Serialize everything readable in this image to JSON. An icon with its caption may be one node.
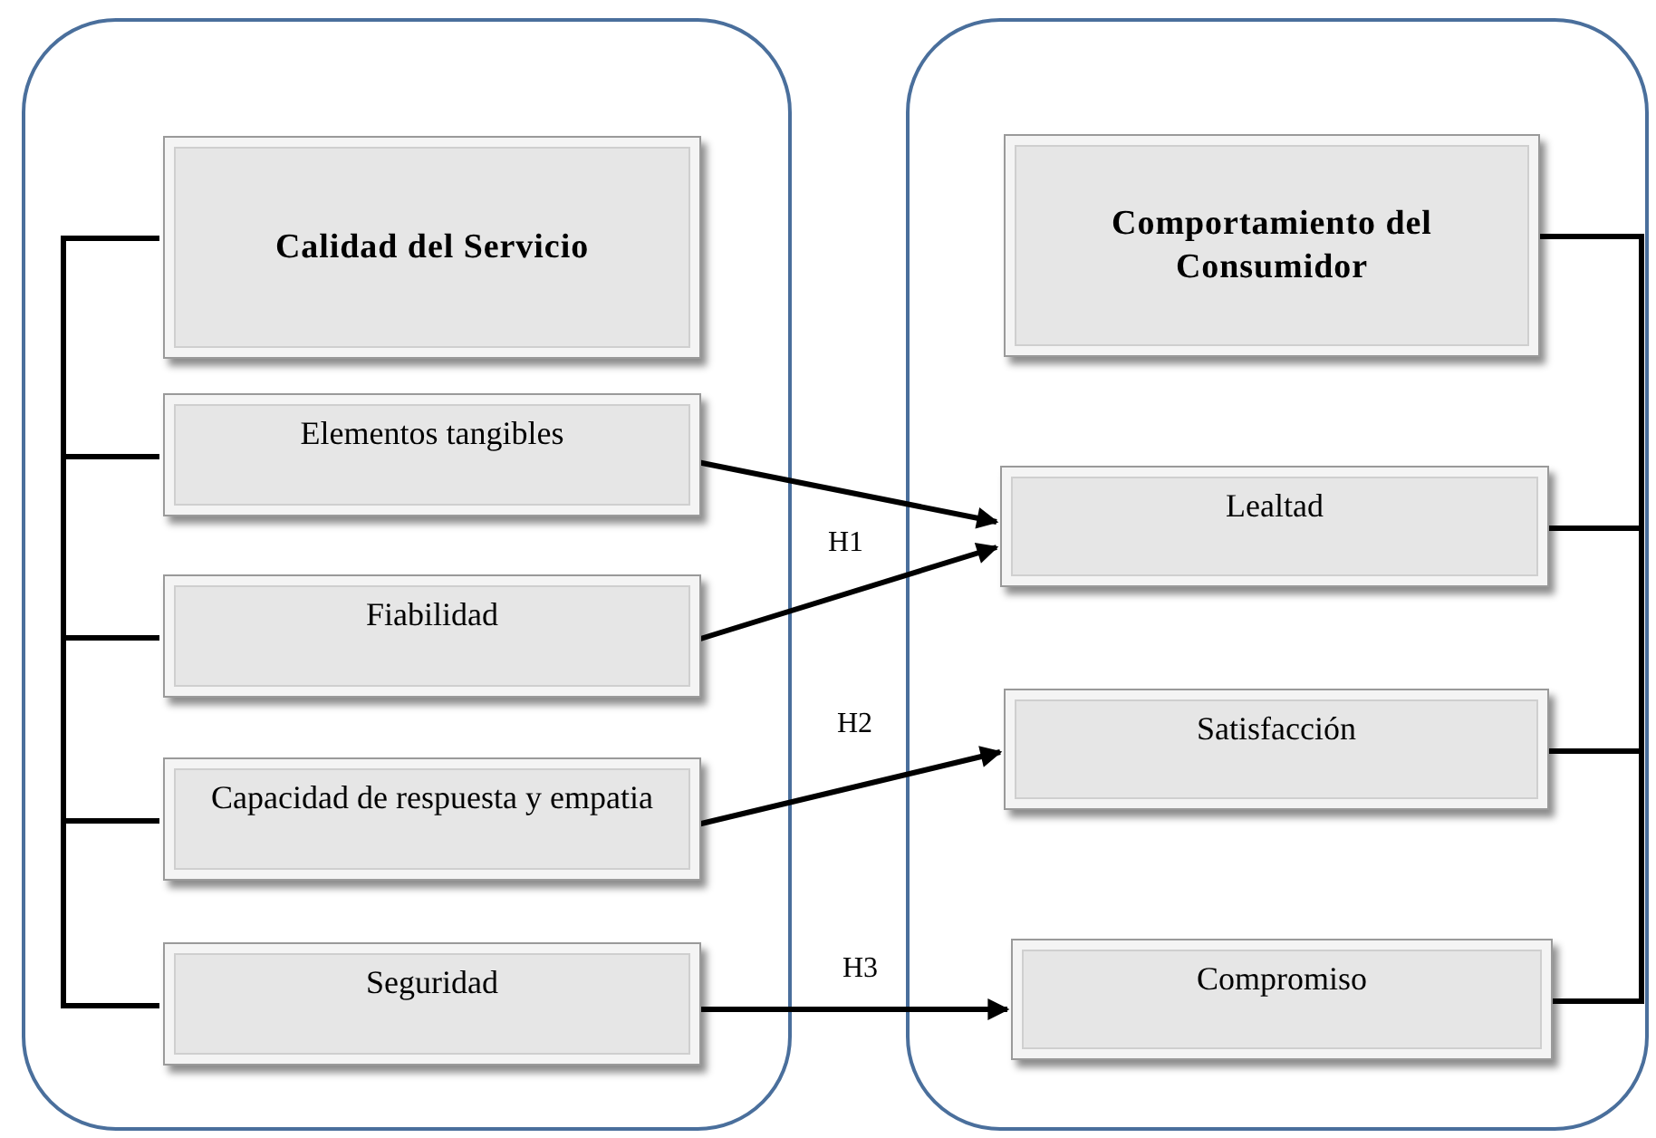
{
  "diagram": {
    "nodes": [
      {
        "text": [],
        "shape": "box"
      },
      {
        "text": [
          "Calidad del Servicio"
        ],
        "in": 0
      },
      {
        "text": [
          "Elementos tangibles"
        ],
        "in": 0
      },
      {
        "text": [
          "Fiabilidad"
        ],
        "in": 0
      },
      {
        "text": [
          "Capacidad de respuesta y empatia"
        ],
        "in": 0
      },
      {
        "text": [
          "Seguridad"
        ],
        "in": 0
      },
      {
        "text": [],
        "shape": "box"
      },
      {
        "text": [
          "Comportamiento del Consumidor"
        ],
        "in": 6
      },
      {
        "text": [
          "Lealtad"
        ],
        "in": 6
      },
      {
        "text": [
          "Satisfacción"
        ],
        "in": 6
      },
      {
        "text": [
          "Compromiso"
        ],
        "in": 6
      }
    ],
    "edges": [
      {
        "from": 1,
        "to": 2,
        "arrow": "none"
      },
      {
        "from": 1,
        "to": 3,
        "arrow": "none"
      },
      {
        "from": 1,
        "to": 4,
        "arrow": "none"
      },
      {
        "from": 1,
        "to": 5,
        "arrow": "none"
      },
      {
        "from": 7,
        "to": 8,
        "arrow": "none"
      },
      {
        "from": 7,
        "to": 9,
        "arrow": "none"
      },
      {
        "from": 7,
        "to": 10,
        "arrow": "none"
      },
      {
        "from": 2,
        "to": 8,
        "arrow": "to"
      },
      {
        "from": 3,
        "to": 8,
        "arrow": "to",
        "label": "H1"
      },
      {
        "from": 4,
        "to": 9,
        "arrow": "to",
        "label": "H2"
      },
      {
        "from": 5,
        "to": 10,
        "arrow": "to",
        "label": "H3"
      }
    ]
  }
}
